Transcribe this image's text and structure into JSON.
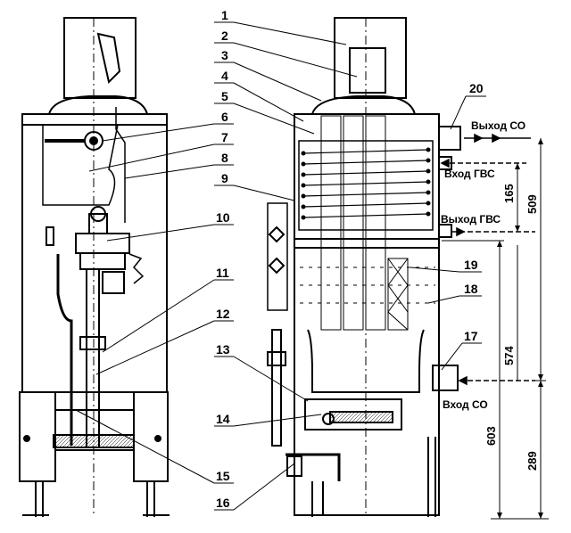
{
  "callouts": [
    "1",
    "2",
    "3",
    "4",
    "5",
    "6",
    "7",
    "8",
    "9",
    "10",
    "11",
    "12",
    "13",
    "14",
    "15",
    "16",
    "17",
    "18",
    "19",
    "20"
  ],
  "labels": {
    "outlet_co": "Выход СО",
    "inlet_hw": "Вход ГВС",
    "outlet_hw": "Выход ГВС",
    "inlet_co": "Вход СО"
  },
  "dimensions": {
    "d165": "165",
    "d509": "509",
    "d574": "574",
    "d603": "603",
    "d289": "289"
  }
}
